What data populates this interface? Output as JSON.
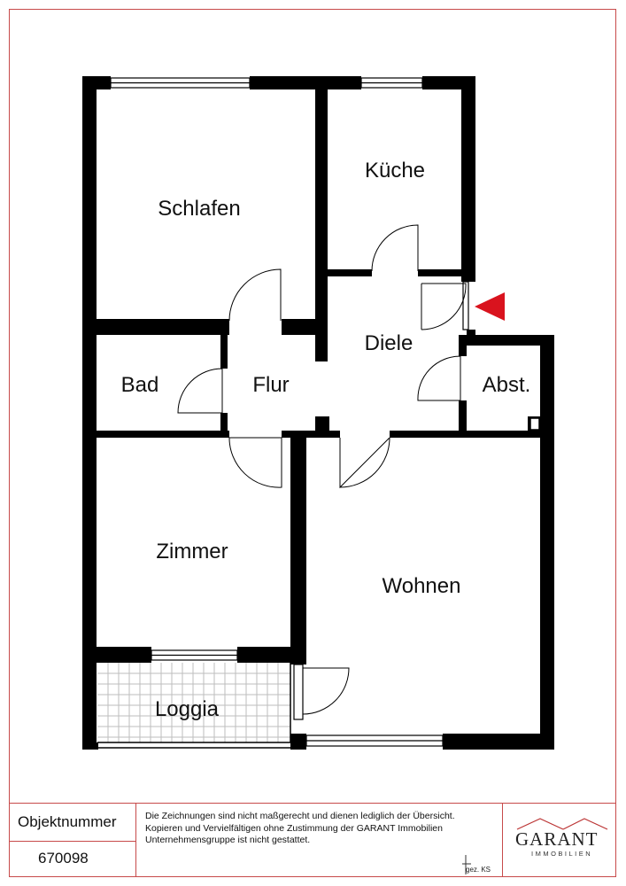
{
  "rooms": {
    "schlafen": "Schlafen",
    "kueche": "Küche",
    "diele": "Diele",
    "bad": "Bad",
    "flur": "Flur",
    "abst": "Abst.",
    "zimmer": "Zimmer",
    "wohnen": "Wohnen",
    "loggia": "Loggia"
  },
  "entrance_marker_color": "#d9131e",
  "wall_color": "#000000",
  "frame_color": "#c74a4a",
  "footer": {
    "object_label": "Objektnummer",
    "object_number": "670098",
    "disclaimer": [
      "Die Zeichnungen sind nicht maßgerecht und dienen lediglich der Übersicht.",
      "Kopieren und Vervielfältigen ohne Zustimmung der GARANT Immobilien",
      "Unternehmensgruppe ist nicht gestattet."
    ],
    "drawn_by": "gez. KS",
    "logo_name": "GARANT",
    "logo_sub": "IMMOBILIEN"
  }
}
